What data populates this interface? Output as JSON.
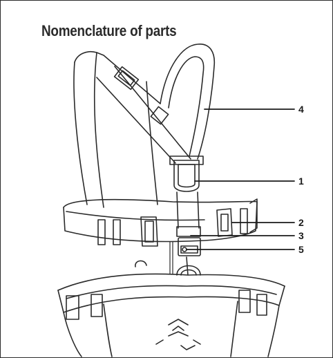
{
  "title": "Nomenclature of parts",
  "callouts": [
    {
      "label": "4"
    },
    {
      "label": "1"
    },
    {
      "label": "2"
    },
    {
      "label": "3"
    },
    {
      "label": "5"
    }
  ]
}
